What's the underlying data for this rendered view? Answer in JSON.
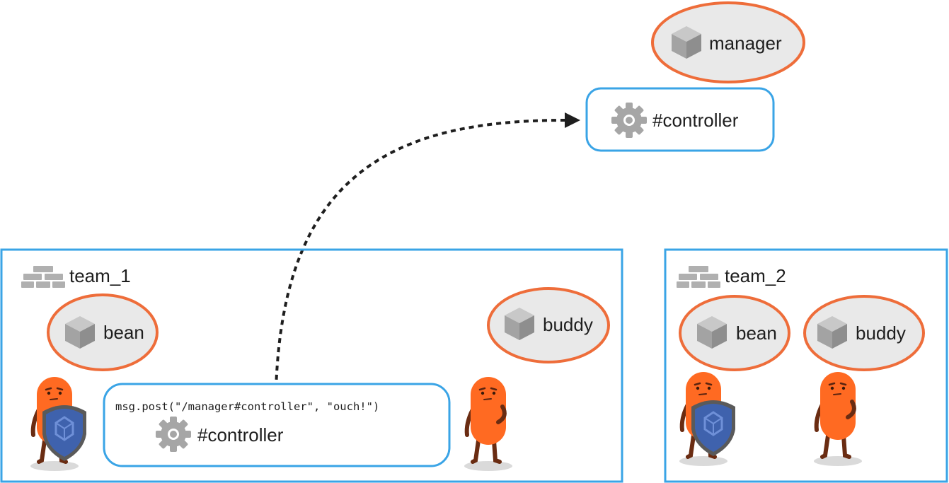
{
  "manager": {
    "label": "manager",
    "icon": "cube-icon"
  },
  "manager_controller": {
    "label": "#controller",
    "icon": "gear-icon"
  },
  "team_1": {
    "label": "team_1",
    "icon": "bricks-icon",
    "bean": {
      "label": "bean"
    },
    "buddy": {
      "label": "buddy"
    },
    "controller": {
      "code": "msg.post(\"/manager#controller\", \"ouch!\")",
      "label": "#controller"
    }
  },
  "team_2": {
    "label": "team_2",
    "icon": "bricks-icon",
    "bean": {
      "label": "bean"
    },
    "buddy": {
      "label": "buddy"
    }
  },
  "colors": {
    "collection_border": "#3aa4e6",
    "object_border": "#ee6d3a",
    "object_fill": "#e9e9e9",
    "icon_gray": "#a8a8a8",
    "character_orange": "#ff6a22",
    "shield_blue": "#3e5fa8"
  }
}
